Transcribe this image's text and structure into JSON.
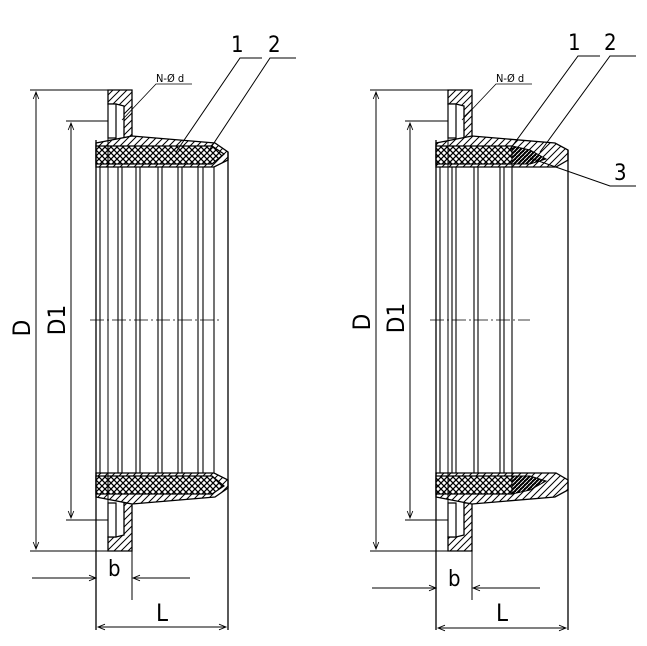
{
  "figures": [
    {
      "id": "left",
      "part_labels": [
        "1",
        "2"
      ],
      "hole_note": "N-Ø d",
      "dims": {
        "outer_diameter": "D",
        "inner_diameter": "D1",
        "flange_width": "b",
        "length": "L"
      }
    },
    {
      "id": "right",
      "part_labels": [
        "1",
        "2",
        "3"
      ],
      "hole_note": "N-Ø d",
      "dims": {
        "outer_diameter": "D",
        "inner_diameter": "D1",
        "flange_width": "b",
        "length": "L"
      }
    }
  ]
}
